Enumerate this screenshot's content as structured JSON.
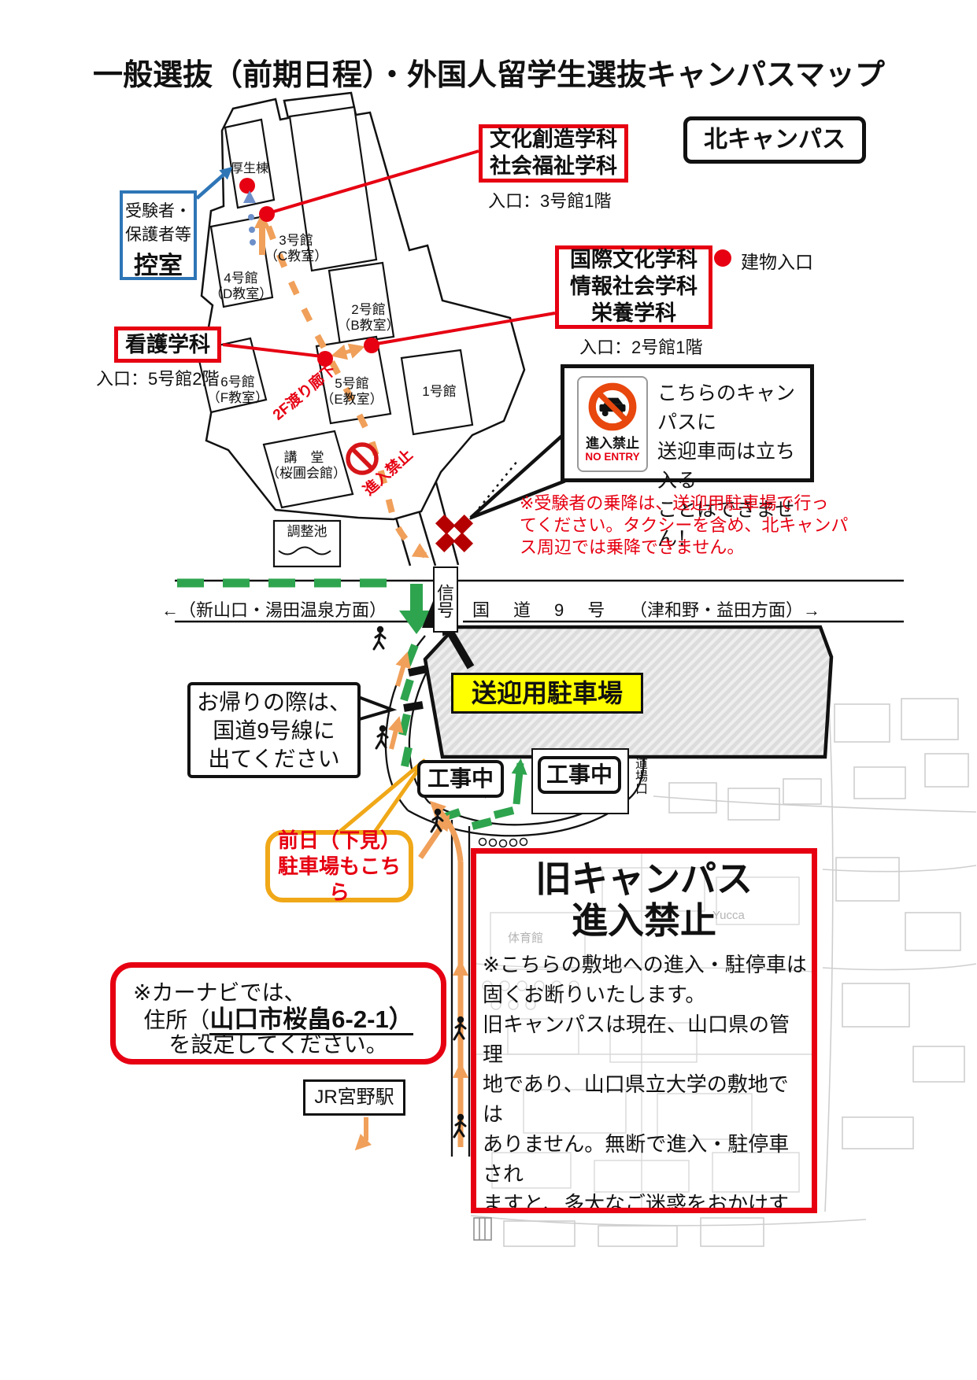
{
  "title": "一般選抜（前期日程）・外国人留学生選抜キャンパスマップ",
  "badge": "北キャンパス",
  "legend": {
    "entrance": "建物入口"
  },
  "waiting": {
    "l1": "受験者・",
    "l2": "保護者等",
    "l3": "控室"
  },
  "depts": {
    "bunka": {
      "name": "文化創造学科\n社会福祉学科",
      "ent": "入口：3号館1階"
    },
    "kokusai": {
      "name": "国際文化学科\n情報社会学科\n栄養学科",
      "ent": "入口：2号館1階"
    },
    "kango": {
      "name": "看護学科",
      "ent": "入口：5号館2階"
    }
  },
  "bld": {
    "kosei": "厚生棟",
    "b3": "3号館\n（C教室）",
    "b4": "4号館\n（D教室）",
    "b2": "2号館\n（B教室）",
    "b6": "6号館\n（F教室）",
    "b5": "5号館\n（E教室）",
    "b1": "1号館",
    "hall": "講　堂\n（桜圃会館）",
    "pond": "調整池"
  },
  "notes": {
    "corridor": "2F渡り廊下",
    "noentry_path": "進入禁止",
    "dojo": "道場口"
  },
  "panel": {
    "ja": "進入禁止",
    "en": "NO ENTRY",
    "msg": "こちらのキャンパスに\n送迎車両は立ち入る\nことはできません！"
  },
  "boarding": "※受験者の乗降は、送迎用駐車場で行っ\nてください。タクシーを含め、北キャンパ\nス周辺では乗降できません。",
  "road": {
    "left": "←（新山口・湯田温泉方面）",
    "name": "国　道　9　号",
    "right": "（津和野・益田方面）→",
    "signal": "信号"
  },
  "parking": "送迎用駐車場",
  "exit_note": "お帰りの際は、\n国道9号線に\n出てください",
  "kouji": "工事中",
  "preview": "前日（下見）\n駐車場もこちら",
  "old": {
    "title": "旧キャンパス\n進入禁止",
    "body": "※こちらの敷地への進入・駐停車は\n固くお断りいたします。\n旧キャンパスは現在、山口県の管理\n地であり、山口県立大学の敷地では\nありません。無断で進入・駐停車され\nますと、多大なご迷惑をおかけする\nことになります。必ず大学指定の駐\n車場をご利用ください。",
    "gym": "体育館",
    "yucca": "Yucca"
  },
  "navi": {
    "l1": "※カーナビでは、",
    "pre": "住所（",
    "addr": "山口市桜畠6-2-1",
    "post": "）",
    "l3": "を設定してください。"
  },
  "station": "JR宮野駅",
  "colors": {
    "red": "#e60012",
    "blue": "#2e75b6",
    "green": "#2ea44e",
    "orange": "#f0a05a",
    "bubble_orange": "#f0a818",
    "yellow": "#ffff00",
    "cross_red": "#b40000",
    "sign_red": "#e8470e"
  }
}
